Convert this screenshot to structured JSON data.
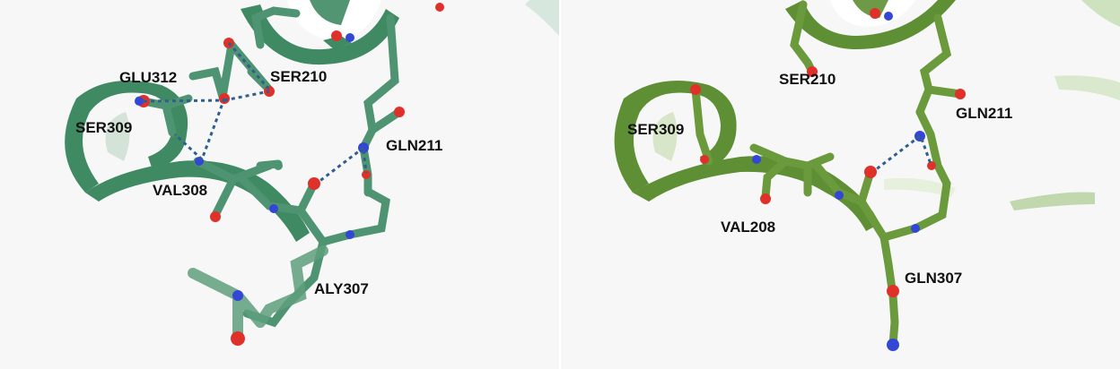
{
  "left_panel": {
    "residue_labels": {
      "glu312": "GLU312",
      "ser210": "SER210",
      "ser309": "SER309",
      "gln211": "GLN211",
      "val308": "VAL308",
      "aly307": "ALY307"
    },
    "colors": {
      "ribbon": "#3f8a63",
      "stick": "#4e9472"
    }
  },
  "right_panel": {
    "residue_labels": {
      "ser210": "SER210",
      "ser309": "SER309",
      "gln211": "GLN211",
      "val208": "VAL208",
      "gln307": "GLN307"
    },
    "colors": {
      "ribbon": "#5e8f34",
      "stick": "#6a9a3c"
    }
  },
  "atom_colors": {
    "oxygen": "#e0302a",
    "nitrogen": "#3346d6",
    "hbond": "#2f5e8f"
  }
}
